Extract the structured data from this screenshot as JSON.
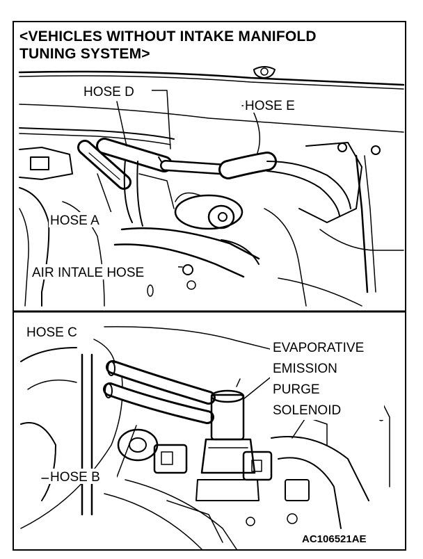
{
  "title": {
    "line1": "<VEHICLES WITHOUT INTAKE MANIFOLD",
    "line2": "TUNING SYSTEM>"
  },
  "labels": {
    "hose_d": "HOSE D",
    "hose_e": "HOSE E",
    "hose_a": "HOSE A",
    "air_intake_hose": "AIR INTALE HOSE",
    "hose_c": "HOSE C",
    "evap_1": "EVAPORATIVE",
    "evap_2": "EMISSION",
    "evap_3": "PURGE",
    "evap_4": "SOLENOID",
    "hose_b": "HOSE B",
    "figure_code": "AC106521AE"
  },
  "colors": {
    "ink": "#000000",
    "paper": "#ffffff"
  }
}
